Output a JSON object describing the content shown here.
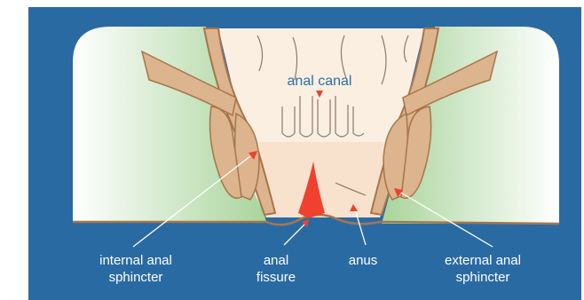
{
  "colors": {
    "frame_blue": "#2a6aa3",
    "tissue_green": "#b9dbac",
    "muscle_tan": "#dcb48e",
    "muscle_outline": "#a8754a",
    "canal_lining": "#fbefe2",
    "fissure_red": "#f0402e",
    "label_white": "#ffffff",
    "label_blue": "#2a6fb0"
  },
  "labels": {
    "anal_canal": "anal canal",
    "internal_line1": "internal anal",
    "internal_line2": "sphincter",
    "fissure_line1": "anal",
    "fissure_line2": "fissure",
    "anus": "anus",
    "external_line1": "external anal",
    "external_line2": "sphincter"
  }
}
